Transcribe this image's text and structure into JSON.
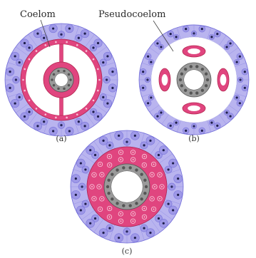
{
  "labels": {
    "coelom": "Coelom",
    "pseudocoelom": "Pseudocoelom"
  },
  "captions": {
    "a": "(a)",
    "b": "(b)",
    "c": "(c)"
  },
  "colors": {
    "ectoderm_fill": "#b9b4ef",
    "ectoderm_cell": "#9a94e6",
    "cell_border": "#6f6ad8",
    "nucleus": "#1e1e4a",
    "mesoderm": "#e0457f",
    "mesoderm_dark": "#b3264f",
    "mesoderm_light": "#f7c4d7",
    "gut_gray": "#9a9a9a",
    "gut_dark": "#555555",
    "cavity": "#ffffff"
  }
}
